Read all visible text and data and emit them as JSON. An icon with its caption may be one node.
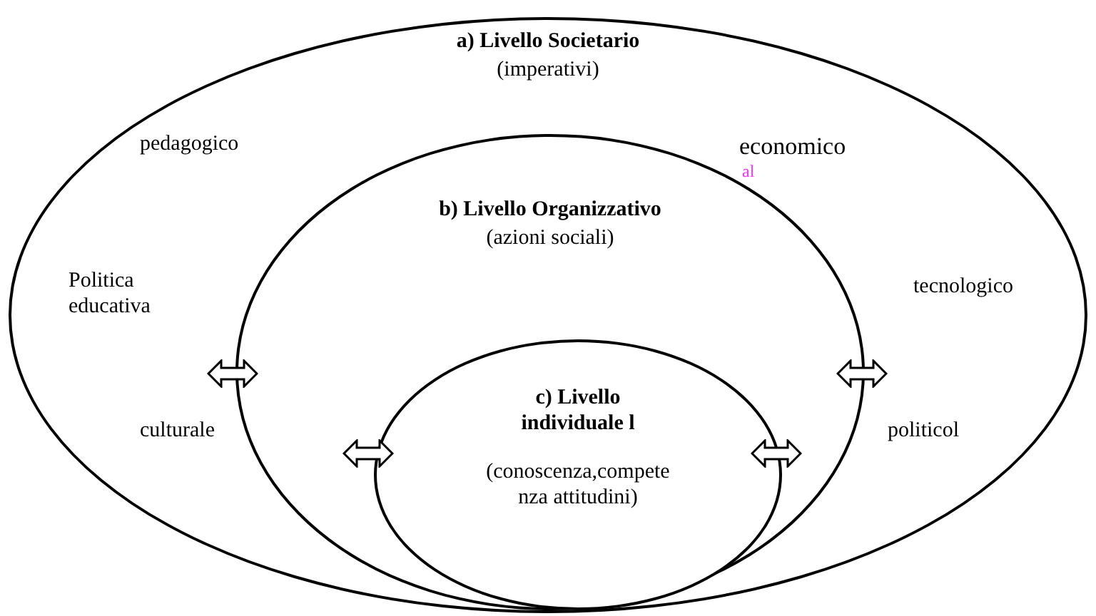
{
  "diagram": {
    "nodes": [
      {
        "text": [
          "a) Livello Societario",
          "(imperativi)"
        ]
      },
      {
        "text": [
          "b) Livello Organizzativo",
          "(azioni sociali)"
        ],
        "in": 0
      },
      {
        "text": [
          "c) Livello individuale l",
          "(conoscenza,compete nza attitudini)"
        ],
        "in": 1
      }
    ],
    "labels": [
      "pedagogico",
      "economico",
      "al",
      "Politica educativa",
      "tecnologico",
      "culturale",
      "politicol"
    ]
  }
}
